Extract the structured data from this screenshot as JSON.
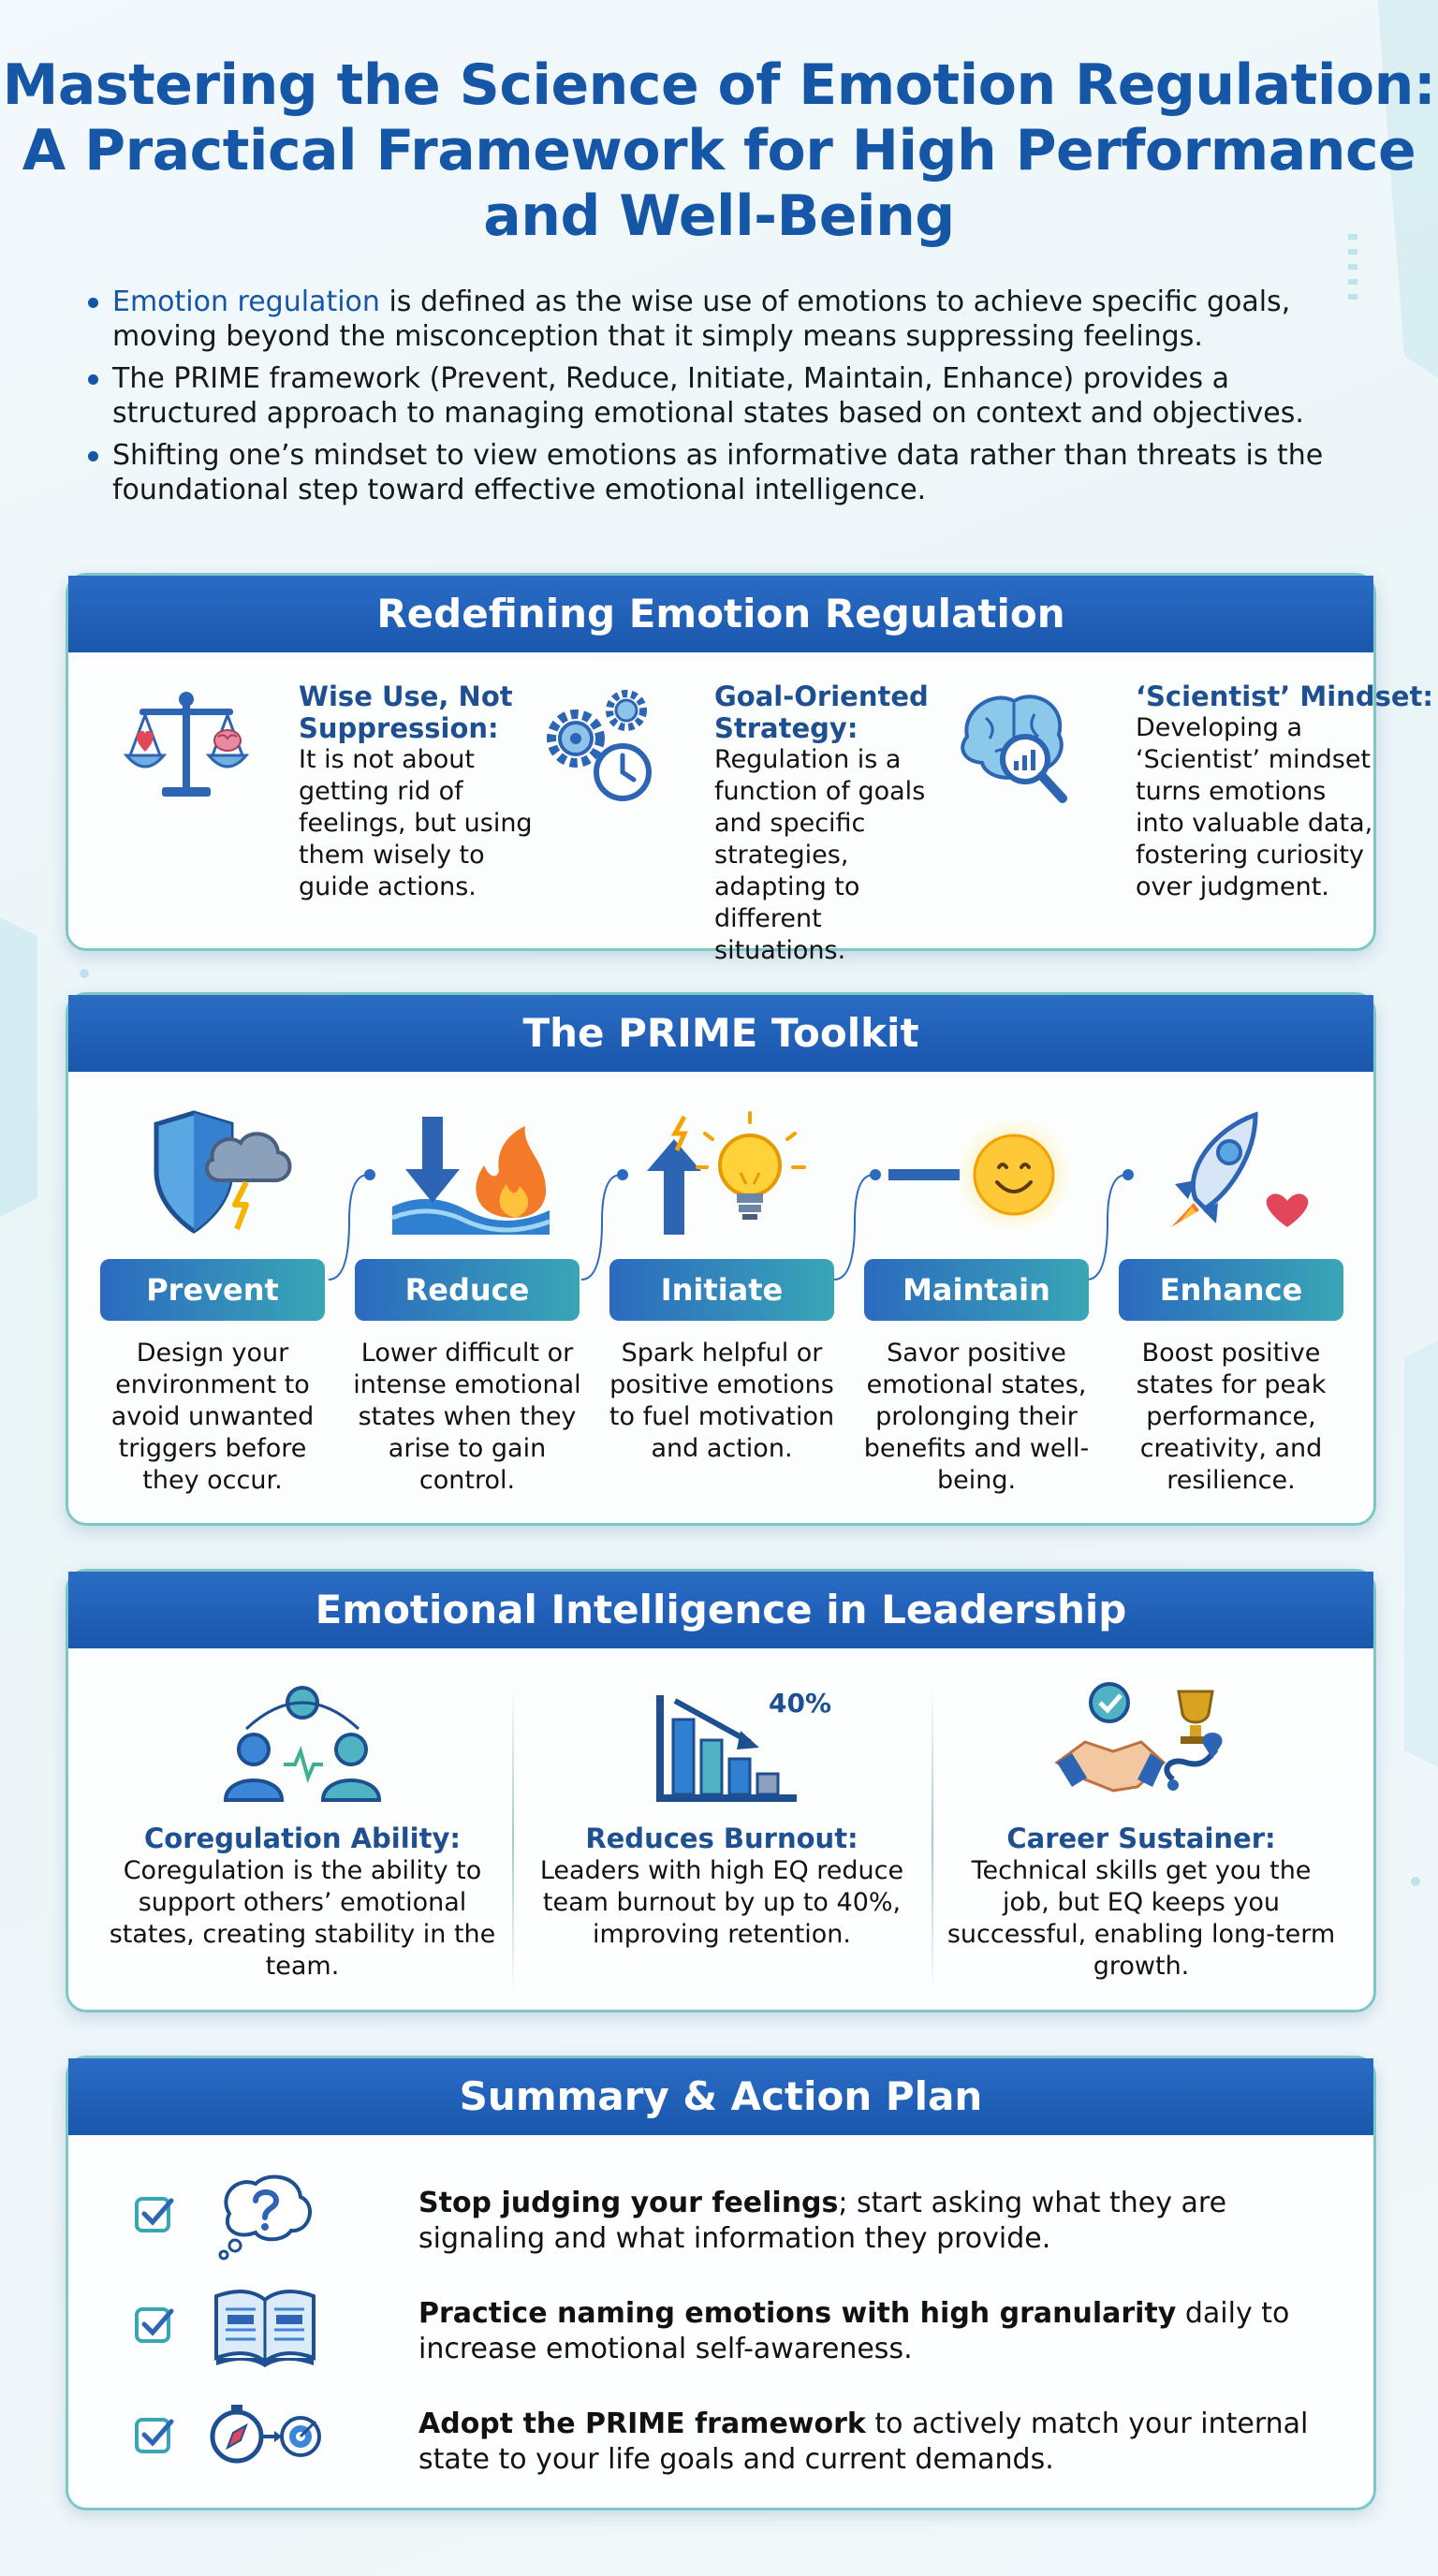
{
  "title": "Mastering the Science of Emotion Regulation: A Practical Framework for High Performance and Well-Being",
  "bullets": [
    {
      "highlight": "Emotion regulation",
      "text": " is defined as the wise use of emotions to achieve specific goals, moving beyond the misconception that it simply means suppressing feelings."
    },
    {
      "highlight": "",
      "text": "The PRIME framework (Prevent, Reduce, Initiate, Maintain, Enhance) provides a structured approach to managing emotional states based on context and objectives."
    },
    {
      "highlight": "",
      "text": "Shifting one’s mindset to view emotions as informative data rather than threats is the foundational step toward effective emotional intelligence."
    }
  ],
  "section1": {
    "heading": "Redefining Emotion Regulation",
    "items": [
      {
        "icon": "balance-scale-icon",
        "title": "Wise Use, Not Suppression:",
        "desc": "It is not about getting rid of feelings, but using them wisely to guide actions."
      },
      {
        "icon": "gears-clock-icon",
        "title": "Goal-Oriented Strategy:",
        "desc": "Regulation is a function of goals and specific strategies, adapting to different situations."
      },
      {
        "icon": "brain-magnifier-icon",
        "title": "‘Scientist’ Mindset:",
        "desc": "Developing a ‘Scientist’ mindset turns emotions into valuable data, fostering curiosity over judgment."
      }
    ]
  },
  "section2": {
    "heading": "The PRIME Toolkit",
    "items": [
      {
        "icon": "shield-storm-icon",
        "label": "Prevent",
        "desc": "Design your environment to avoid unwanted triggers before they occur."
      },
      {
        "icon": "arrow-down-flame-icon",
        "label": "Reduce",
        "desc": "Lower difficult or intense emotional states when they arise to gain control."
      },
      {
        "icon": "arrow-up-lightbulb-icon",
        "label": "Initiate",
        "desc": "Spark helpful or positive emotions to fuel motivation and action."
      },
      {
        "icon": "steady-smile-icon",
        "label": "Maintain",
        "desc": "Savor positive emotional states, prolonging their benefits and well-being."
      },
      {
        "icon": "rocket-heart-icon",
        "label": "Enhance",
        "desc": "Boost positive states for peak performance, creativity, and resilience."
      }
    ]
  },
  "section3": {
    "heading": "Emotional Intelligence in Leadership",
    "items": [
      {
        "icon": "people-pulse-icon",
        "title": "Coregulation Ability:",
        "desc": "Coregulation is the ability to support others’ emotional states, creating stability in the team."
      },
      {
        "icon": "declining-bars-icon",
        "title": "Reduces Burnout:",
        "desc": "Leaders with high EQ reduce team burnout by up to 40%, improving retention.",
        "chart_label": "40%"
      },
      {
        "icon": "handshake-trophy-icon",
        "title": "Career Sustainer:",
        "desc": "Technical skills get you the job, but EQ keeps you successful, enabling long-term growth."
      }
    ]
  },
  "section4": {
    "heading": "Summary & Action Plan",
    "items": [
      {
        "icon": "question-bubble-icon",
        "bold": "Stop judging your feelings",
        "rest": "; start asking what they are signaling and what information they provide."
      },
      {
        "icon": "open-book-icon",
        "bold": "Practice naming emotions with high granularity",
        "rest": " daily to increase emotional self-awareness."
      },
      {
        "icon": "compass-target-icon",
        "bold": "Adopt the PRIME framework",
        "rest": " to actively match your internal state to your life goals and current demands."
      }
    ]
  },
  "colors": {
    "primary": "#1556a6",
    "header": "#1a57ad",
    "teal": "#39a6b6",
    "border": "#7dc8c7"
  }
}
